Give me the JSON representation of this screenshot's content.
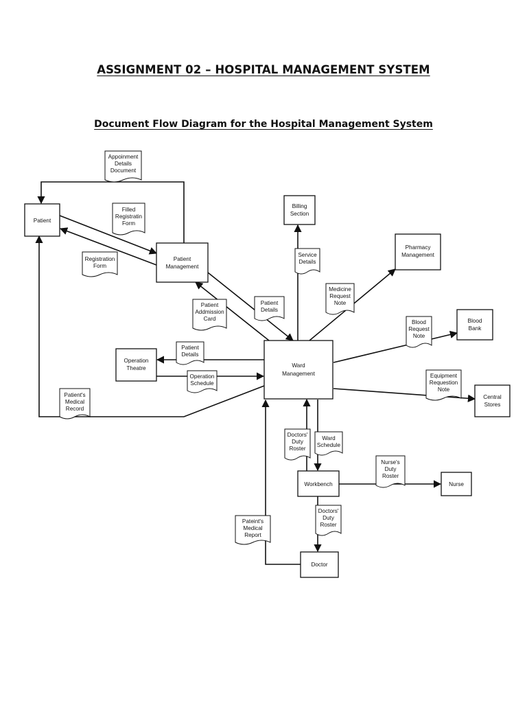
{
  "title": "ASSIGNMENT 02 – HOSPITAL MANAGEMENT SYSTEM",
  "subtitle": "Document Flow Diagram for the Hospital Management System",
  "entities": {
    "patient": [
      "Patient"
    ],
    "patient_management": [
      "Patient",
      "Management"
    ],
    "billing_section": [
      "Billing",
      "Section"
    ],
    "pharmacy_management": [
      "Pharmacy",
      "Management"
    ],
    "blood_bank": [
      "Blood",
      "Bank"
    ],
    "operation_theatre": [
      "Operation",
      "Theatre"
    ],
    "ward_management": [
      "Ward",
      "Management"
    ],
    "central_stores": [
      "Central",
      "Stores"
    ],
    "workbench": [
      "Workbench"
    ],
    "nurse": [
      "Nurse"
    ],
    "doctor": [
      "Doctor"
    ]
  },
  "documents": {
    "appointment_details": [
      "Appoinment",
      "Details",
      "Document"
    ],
    "filled_registration": [
      "Filled",
      "Registratin",
      "Form"
    ],
    "registration_form": [
      "Registration",
      "Form"
    ],
    "service_details": [
      "Service",
      "Details"
    ],
    "medicine_request": [
      "Medicine",
      "Request",
      "Note"
    ],
    "patient_details_1": [
      "Patient",
      "Details"
    ],
    "patient_admission": [
      "Patient",
      "Addmission",
      "Card"
    ],
    "blood_request": [
      "Blood",
      "Request",
      "Note"
    ],
    "patient_details_2": [
      "Patient",
      "Details"
    ],
    "operation_schedule": [
      "Operation",
      "Schedule"
    ],
    "equipment_request": [
      "Equipment",
      "Requestion",
      "Note"
    ],
    "medical_record": [
      "Patient's",
      "Medical",
      "Record"
    ],
    "doctors_roster_1": [
      "Doctors'",
      "Duty",
      "Roster"
    ],
    "ward_schedule": [
      "Ward",
      "Schedule"
    ],
    "nurses_roster": [
      "Nurse's",
      "Duty",
      "Roster"
    ],
    "doctors_roster_2": [
      "Doctors'",
      "Duty",
      "Roster"
    ],
    "medical_report": [
      "Pateint's",
      "Medical",
      "Report"
    ]
  }
}
